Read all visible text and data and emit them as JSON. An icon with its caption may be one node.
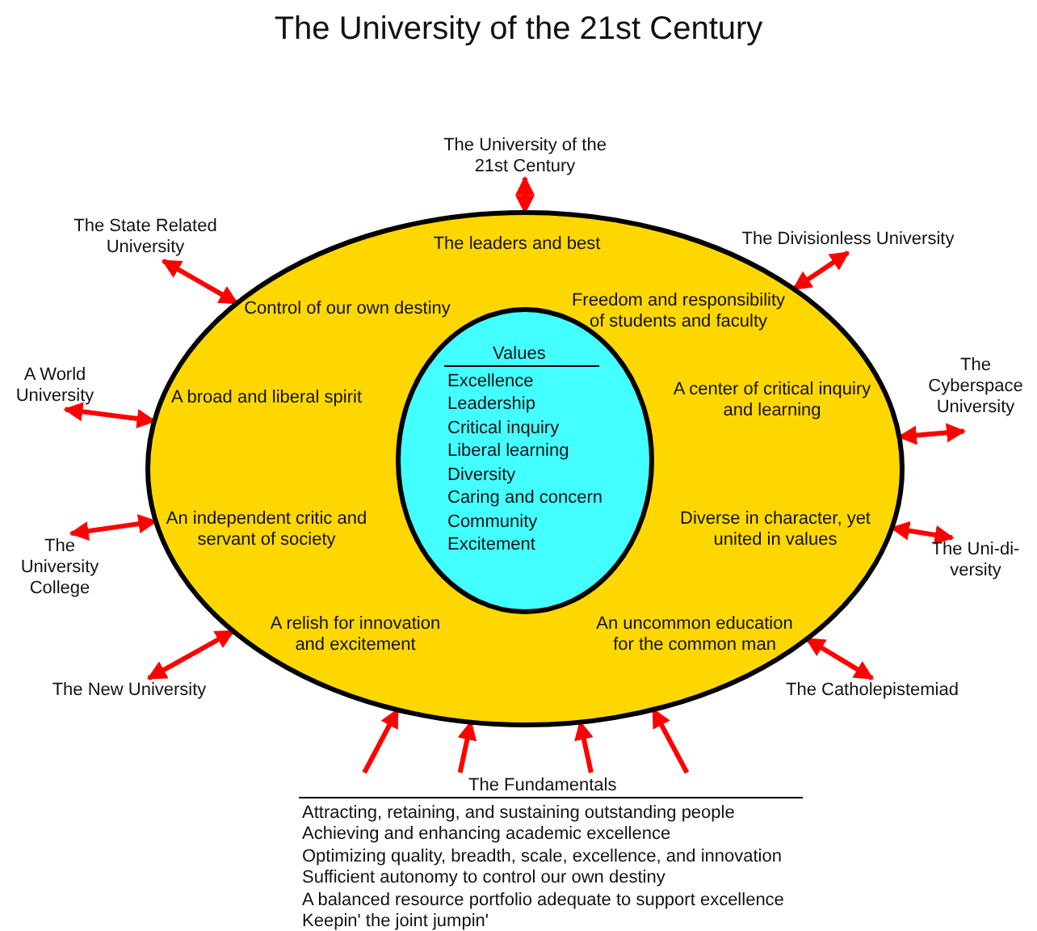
{
  "diagram": {
    "title": "The University of the 21st Century",
    "nodes": [
      {
        "text": [
          "The leaders and best",
          "Control of our own destiny",
          "Freedom and responsibility of students and faculty",
          "A broad and liberal spirit",
          "A center of critical inquiry and learning",
          "An independent critic and servant of society",
          "Diverse in character, yet united in values",
          "A relish for innovation and excitement",
          "An uncommon education for the common man"
        ]
      },
      {
        "text": [
          "Values",
          "Excellence",
          "Leadership",
          "Critical inquiry",
          "Liberal learning",
          "Diversity",
          "Caring and concern",
          "Community",
          "Excitement"
        ],
        "in": 0
      },
      {
        "text": [
          "The University of the 21st Century"
        ]
      },
      {
        "text": [
          "The State Related University"
        ]
      },
      {
        "text": [
          "The Divisionless University"
        ]
      },
      {
        "text": [
          "A World University"
        ]
      },
      {
        "text": [
          "The Cyberspace University"
        ]
      },
      {
        "text": [
          "The University College"
        ]
      },
      {
        "text": [
          "The Uni-di-versity"
        ]
      },
      {
        "text": [
          "The New University"
        ]
      },
      {
        "text": [
          "The Catholepistemiad"
        ]
      },
      {
        "text": [
          "The Fundamentals",
          "Attracting, retaining, and sustaining outstanding people",
          "Achieving and enhancing academic excellence",
          "Optimizing quality, breadth, scale, excellence, and innovation",
          "Sufficient autonomy to control our own destiny",
          "A balanced resource portfolio adequate to support excellence",
          "Keepin' the joint jumpin'"
        ]
      }
    ],
    "edges": [
      {
        "from": 2,
        "to": 0,
        "arrow": "both"
      },
      {
        "from": 3,
        "to": 0,
        "arrow": "both"
      },
      {
        "from": 4,
        "to": 0,
        "arrow": "both"
      },
      {
        "from": 5,
        "to": 0,
        "arrow": "both"
      },
      {
        "from": 6,
        "to": 0,
        "arrow": "both"
      },
      {
        "from": 7,
        "to": 0,
        "arrow": "both"
      },
      {
        "from": 8,
        "to": 0,
        "arrow": "both"
      },
      {
        "from": 9,
        "to": 0,
        "arrow": "both"
      },
      {
        "from": 10,
        "to": 0,
        "arrow": "both"
      },
      {
        "from": 11,
        "to": 0,
        "arrow": "to"
      },
      {
        "from": 11,
        "to": 0,
        "arrow": "to"
      },
      {
        "from": 11,
        "to": 0,
        "arrow": "to"
      },
      {
        "from": 11,
        "to": 0,
        "arrow": "to"
      }
    ]
  }
}
